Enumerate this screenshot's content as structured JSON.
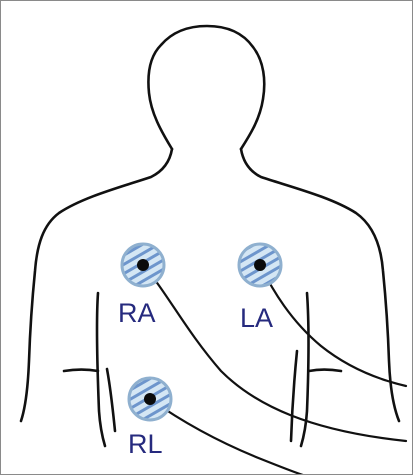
{
  "figure": {
    "colors": {
      "outline": "#111111",
      "label": "#262a7e",
      "pad_fill": "#c9dff0",
      "pad_ring": "#7f9fbf",
      "pad_stripe": "#5b87c4",
      "snap": "#0b0b0b",
      "background": "#ffffff"
    },
    "electrodes": [
      {
        "id": "RA",
        "label": "RA"
      },
      {
        "id": "LA",
        "label": "LA"
      },
      {
        "id": "RL",
        "label": "RL"
      }
    ]
  }
}
